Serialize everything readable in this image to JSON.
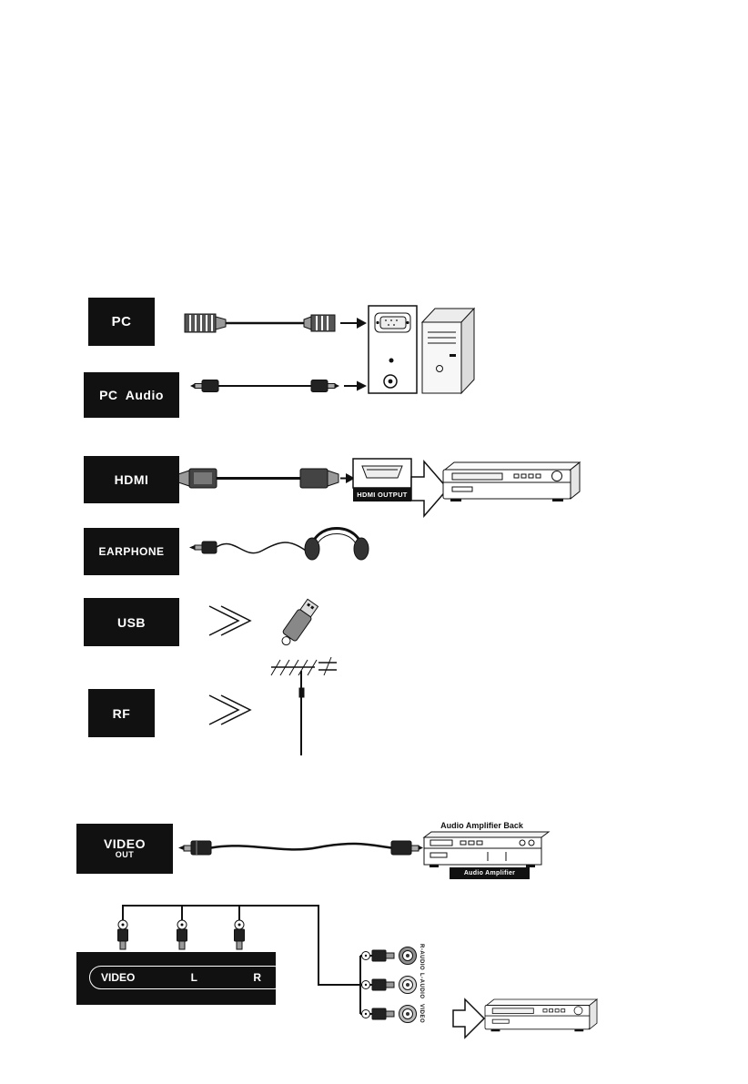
{
  "colors": {
    "ink": "#1a1a1a",
    "label_bg": "#111111",
    "label_text": "#ffffff"
  },
  "sections": {
    "pc": {
      "label": "PC"
    },
    "pc_audio": {
      "label": "PC  Audio"
    },
    "hdmi": {
      "label": "HDMI",
      "output_label": "HDMI OUTPUT"
    },
    "earphone": {
      "label": "EARPHONE"
    },
    "usb": {
      "label": "USB"
    },
    "rf": {
      "label": "RF"
    },
    "video_out": {
      "label_top": "VIDEO",
      "label_bottom": "OUT",
      "amplifier_back_caption": "Audio Amplifier Back",
      "amplifier_caption": "Audio Amplifier"
    },
    "av_input": {
      "panel": {
        "video": "VIDEO",
        "left": "L",
        "right": "R"
      },
      "jack_labels": [
        "R-AUDIO",
        "L-AUDIO",
        "VIDEO"
      ]
    }
  }
}
